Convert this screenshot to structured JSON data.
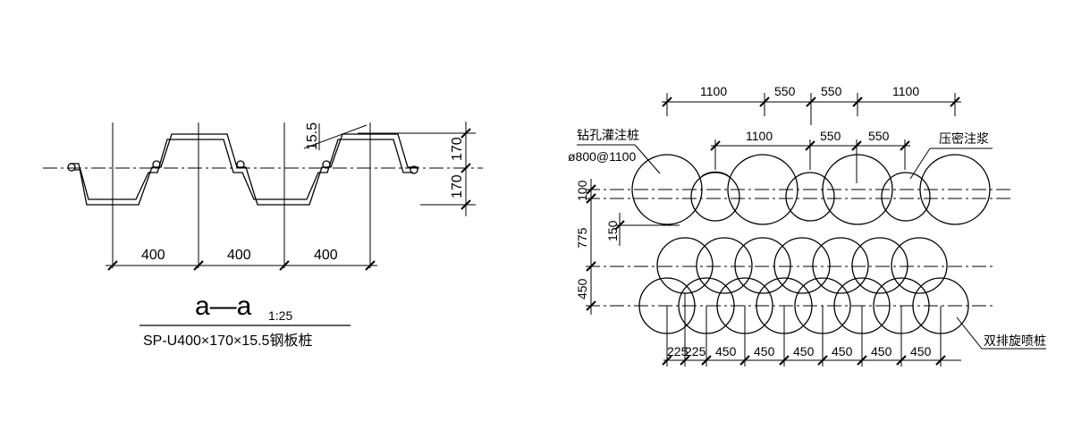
{
  "left_section": {
    "dim_thickness": "15.5",
    "dim_upper": "170",
    "dim_lower": "170",
    "dim_widths": [
      "400",
      "400",
      "400"
    ],
    "section_title": "a—a",
    "scale": "1:25",
    "caption": "SP-U400×170×15.5钢板桩"
  },
  "right_plan": {
    "top_dims_row1": [
      "1100",
      "550",
      "550",
      "1100"
    ],
    "top_dims_row2": [
      "1100",
      "550",
      "550"
    ],
    "label_bored_pile": "钻孔灌注桩",
    "label_bored_pile_spec": "ø800@1100",
    "label_grouting": "压密注浆",
    "left_dims": [
      "100",
      "775",
      "150",
      "450"
    ],
    "bottom_dims": [
      "225",
      "225",
      "450",
      "450",
      "450",
      "450",
      "450",
      "450"
    ],
    "label_jet_pile": "双排旋喷桩"
  }
}
